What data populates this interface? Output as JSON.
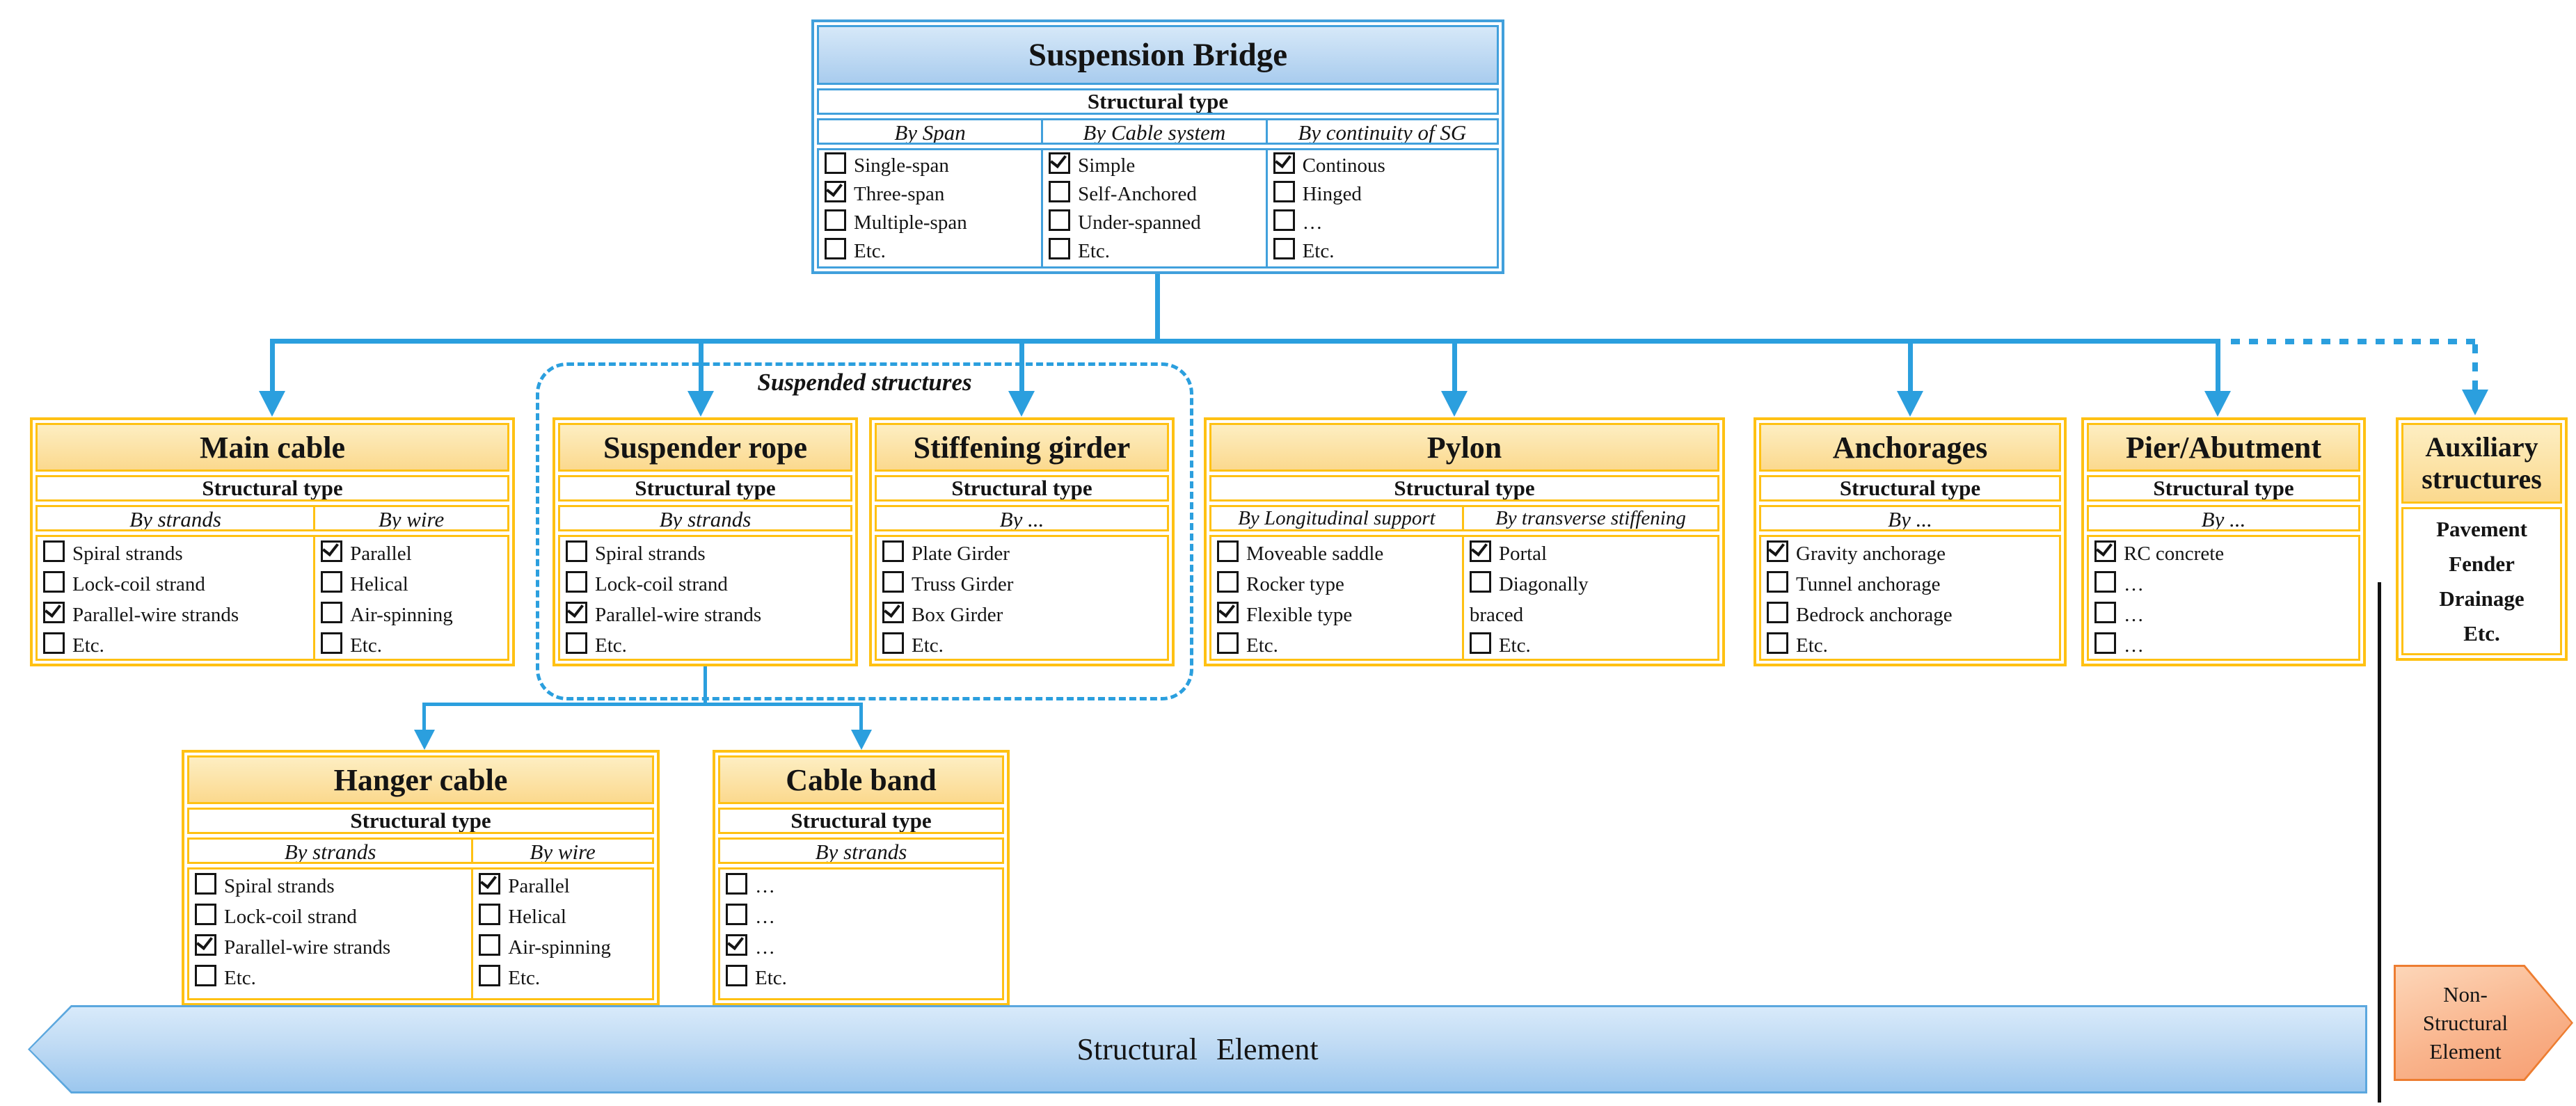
{
  "diagram": {
    "suspended_structures_label": "Suspended structures",
    "banner": {
      "label": "Structural Element"
    },
    "non_structural": {
      "lines": [
        "Non-",
        "Structural",
        "Element"
      ]
    },
    "boxes": {
      "suspension_bridge": {
        "title": "Suspension Bridge",
        "subtitle": "Structural type",
        "columns": [
          {
            "header": "By Span",
            "items": [
              {
                "label": "Single-span",
                "checked": false
              },
              {
                "label": "Three-span",
                "checked": true
              },
              {
                "label": "Multiple-span",
                "checked": false
              },
              {
                "label": "Etc.",
                "checked": false
              }
            ]
          },
          {
            "header": "By Cable system",
            "items": [
              {
                "label": "Simple",
                "checked": true
              },
              {
                "label": "Self-Anchored",
                "checked": false
              },
              {
                "label": "Under-spanned",
                "checked": false
              },
              {
                "label": "Etc.",
                "checked": false
              }
            ]
          },
          {
            "header": "By continuity of SG",
            "items": [
              {
                "label": "Continous",
                "checked": true
              },
              {
                "label": "Hinged",
                "checked": false
              },
              {
                "label": "…",
                "checked": false
              },
              {
                "label": "Etc.",
                "checked": false
              }
            ]
          }
        ]
      },
      "main_cable": {
        "title": "Main cable",
        "subtitle": "Structural type",
        "columns": [
          {
            "header": "By strands",
            "items": [
              {
                "label": "Spiral strands",
                "checked": false
              },
              {
                "label": "Lock-coil strand",
                "checked": false
              },
              {
                "label": "Parallel-wire strands",
                "checked": true
              },
              {
                "label": "Etc.",
                "checked": false
              }
            ]
          },
          {
            "header": "By wire",
            "items": [
              {
                "label": "Parallel",
                "checked": true
              },
              {
                "label": "Helical",
                "checked": false
              },
              {
                "label": "Air-spinning",
                "checked": false
              },
              {
                "label": "Etc.",
                "checked": false
              }
            ]
          }
        ]
      },
      "suspender_rope": {
        "title": "Suspender rope",
        "subtitle": "Structural type",
        "columns": [
          {
            "header": "By strands",
            "items": [
              {
                "label": "Spiral strands",
                "checked": false
              },
              {
                "label": "Lock-coil strand",
                "checked": false
              },
              {
                "label": "Parallel-wire strands",
                "checked": true
              },
              {
                "label": "Etc.",
                "checked": false
              }
            ]
          }
        ]
      },
      "stiffening_girder": {
        "title": "Stiffening girder",
        "subtitle": "Structural type",
        "columns": [
          {
            "header": "By ...",
            "items": [
              {
                "label": "Plate Girder",
                "checked": false
              },
              {
                "label": "Truss Girder",
                "checked": false
              },
              {
                "label": "Box Girder",
                "checked": true
              },
              {
                "label": "Etc.",
                "checked": false
              }
            ]
          }
        ]
      },
      "pylon": {
        "title": "Pylon",
        "subtitle": "Structural type",
        "columns": [
          {
            "header": "By Longitudinal support",
            "items": [
              {
                "label": "Moveable saddle",
                "checked": false
              },
              {
                "label": "Rocker type",
                "checked": false
              },
              {
                "label": "Flexible type",
                "checked": true
              },
              {
                "label": "Etc.",
                "checked": false
              }
            ]
          },
          {
            "header": "By transverse stiffening",
            "items": [
              {
                "label": "Portal",
                "checked": true
              },
              {
                "label": "Diagonally braced",
                "checked": false
              },
              {
                "label": "Etc.",
                "checked": false
              }
            ]
          }
        ]
      },
      "anchorages": {
        "title": "Anchorages",
        "subtitle": "Structural type",
        "columns": [
          {
            "header": "By ...",
            "items": [
              {
                "label": "Gravity anchorage",
                "checked": true
              },
              {
                "label": "Tunnel anchorage",
                "checked": false
              },
              {
                "label": "Bedrock anchorage",
                "checked": false
              },
              {
                "label": "Etc.",
                "checked": false
              }
            ]
          }
        ]
      },
      "pier_abutment": {
        "title": "Pier/Abutment",
        "subtitle": "Structural type",
        "columns": [
          {
            "header": "By ...",
            "items": [
              {
                "label": "RC concrete",
                "checked": true
              },
              {
                "label": "…",
                "checked": false
              },
              {
                "label": "…",
                "checked": false
              },
              {
                "label": "…",
                "checked": false
              }
            ]
          }
        ]
      },
      "auxiliary": {
        "title": "Auxiliary structures",
        "lines": [
          "Pavement",
          "Fender",
          "Drainage",
          "Etc."
        ]
      },
      "hanger_cable": {
        "title": "Hanger cable",
        "subtitle": "Structural type",
        "columns": [
          {
            "header": "By strands",
            "items": [
              {
                "label": "Spiral strands",
                "checked": false
              },
              {
                "label": "Lock-coil strand",
                "checked": false
              },
              {
                "label": "Parallel-wire strands",
                "checked": true
              },
              {
                "label": "Etc.",
                "checked": false
              }
            ]
          },
          {
            "header": "By wire",
            "items": [
              {
                "label": "Parallel",
                "checked": true
              },
              {
                "label": "Helical",
                "checked": false
              },
              {
                "label": "Air-spinning",
                "checked": false
              },
              {
                "label": "Etc.",
                "checked": false
              }
            ]
          }
        ]
      },
      "cable_band": {
        "title": "Cable band",
        "subtitle": "Structural type",
        "columns": [
          {
            "header": "By strands",
            "items": [
              {
                "label": "…",
                "checked": false
              },
              {
                "label": "…",
                "checked": false
              },
              {
                "label": "…",
                "checked": true
              },
              {
                "label": "Etc.",
                "checked": false
              }
            ]
          }
        ]
      }
    },
    "colors": {
      "connector_blue": "#2B9FDE",
      "gold_border": "#FFC113",
      "tan_header_fill": "#FBDD9B",
      "blue_border": "#41A0DC",
      "blue_header_fill": "#B5D3EF",
      "banner_fill": "#AFD2F0",
      "banner_border": "#5BA7DE",
      "non_structural_fill": "#F9AE86",
      "non_structural_border": "#ED7D31",
      "divider_black": "#111111"
    }
  }
}
